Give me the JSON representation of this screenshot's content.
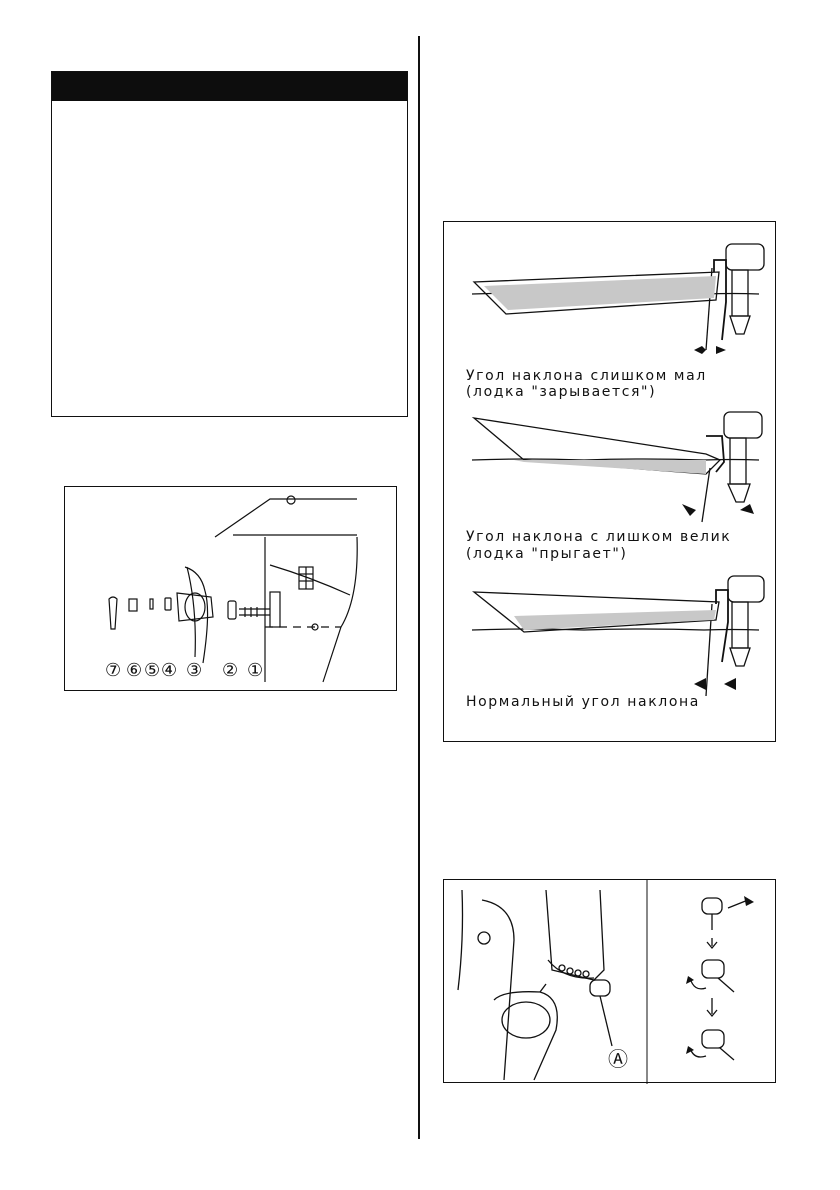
{
  "propeller_figure": {
    "callouts": [
      "⑦",
      "⑥",
      "⑤",
      "④",
      "③",
      "②",
      "①"
    ]
  },
  "trim_figure": {
    "captions": {
      "too_small": "Угол наклона слишком мал",
      "too_small_note": "(лодка \"зарывается\")",
      "too_large": "Угол наклона с лишком велик",
      "too_large_note": "(лодка \"прыгает\")",
      "normal": "Нормальный угол наклона"
    }
  },
  "clip_figure": {
    "callout": "Ⓐ"
  }
}
